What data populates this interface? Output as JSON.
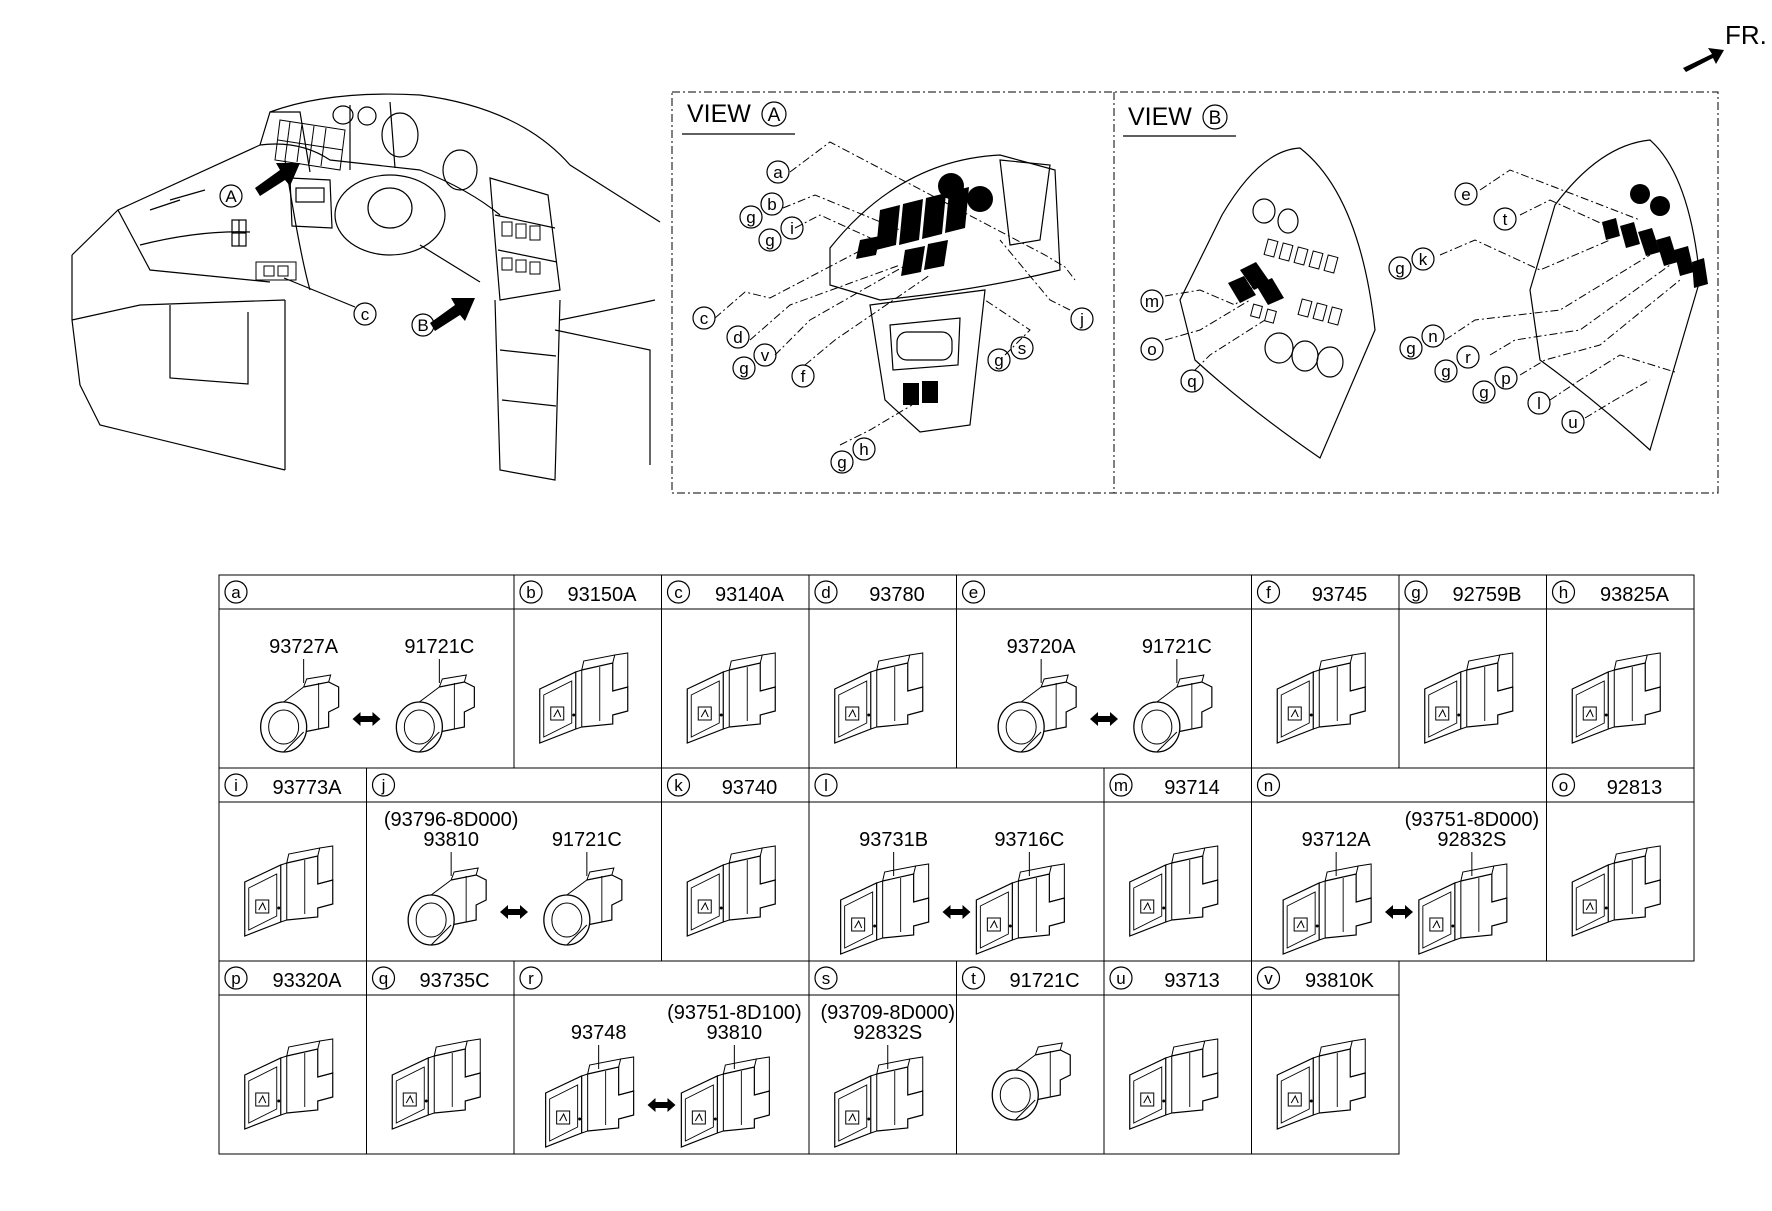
{
  "fr_label": "FR.",
  "views": [
    {
      "prefix": "VIEW",
      "letter": "A"
    },
    {
      "prefix": "VIEW",
      "letter": "B"
    }
  ],
  "overview_callouts": [
    "A",
    "B",
    "c"
  ],
  "view_a_callouts": [
    "a",
    "g",
    "b",
    "g",
    "i",
    "c",
    "d",
    "g",
    "v",
    "f",
    "g",
    "s",
    "j",
    "g",
    "h"
  ],
  "view_b_callouts": [
    "m",
    "o",
    "q",
    "e",
    "t",
    "g",
    "k",
    "g",
    "n",
    "g",
    "r",
    "g",
    "p",
    "l",
    "u"
  ],
  "rows": [
    [
      {
        "letter": "a",
        "code": "",
        "span": 2,
        "parts": [
          {
            "codes": [
              "93727A"
            ],
            "kind": "round"
          },
          {
            "codes": [
              "91721C"
            ],
            "kind": "round"
          }
        ]
      },
      {
        "letter": "b",
        "code": "93150A",
        "span": 1,
        "parts": [
          {
            "codes": [],
            "kind": "rect"
          }
        ]
      },
      {
        "letter": "c",
        "code": "93140A",
        "span": 1,
        "parts": [
          {
            "codes": [],
            "kind": "rect"
          }
        ]
      },
      {
        "letter": "d",
        "code": "93780",
        "span": 1,
        "parts": [
          {
            "codes": [],
            "kind": "rect"
          }
        ]
      },
      {
        "letter": "e",
        "code": "",
        "span": 2,
        "parts": [
          {
            "codes": [
              "93720A"
            ],
            "kind": "round"
          },
          {
            "codes": [
              "91721C"
            ],
            "kind": "round"
          }
        ]
      },
      {
        "letter": "f",
        "code": "93745",
        "span": 1,
        "parts": [
          {
            "codes": [],
            "kind": "rect"
          }
        ]
      },
      {
        "letter": "g",
        "code": "92759B",
        "span": 1,
        "parts": [
          {
            "codes": [],
            "kind": "rect"
          }
        ]
      },
      {
        "letter": "h",
        "code": "93825A",
        "span": 1,
        "parts": [
          {
            "codes": [],
            "kind": "rect"
          }
        ]
      }
    ],
    [
      {
        "letter": "i",
        "code": "93773A",
        "span": 1,
        "parts": [
          {
            "codes": [],
            "kind": "rect"
          }
        ]
      },
      {
        "letter": "j",
        "code": "",
        "span": 2,
        "parts": [
          {
            "codes": [
              "(93796-8D000)",
              "93810"
            ],
            "kind": "round"
          },
          {
            "codes": [
              "91721C"
            ],
            "kind": "round"
          }
        ]
      },
      {
        "letter": "k",
        "code": "93740",
        "span": 1,
        "parts": [
          {
            "codes": [],
            "kind": "rect"
          }
        ]
      },
      {
        "letter": "l",
        "code": "",
        "span": 2,
        "parts": [
          {
            "codes": [
              "93731B"
            ],
            "kind": "rect"
          },
          {
            "codes": [
              "93716C"
            ],
            "kind": "rect"
          }
        ]
      },
      {
        "letter": "m",
        "code": "93714",
        "span": 1,
        "parts": [
          {
            "codes": [],
            "kind": "rect"
          }
        ]
      },
      {
        "letter": "n",
        "code": "",
        "span": 2,
        "parts": [
          {
            "codes": [
              "93712A"
            ],
            "kind": "rect"
          },
          {
            "codes": [
              "(93751-8D000)",
              "92832S"
            ],
            "kind": "rect"
          }
        ]
      },
      {
        "letter": "o",
        "code": "92813",
        "span": 1,
        "parts": [
          {
            "codes": [],
            "kind": "rect"
          }
        ]
      }
    ],
    [
      {
        "letter": "p",
        "code": "93320A",
        "span": 1,
        "parts": [
          {
            "codes": [],
            "kind": "rect"
          }
        ]
      },
      {
        "letter": "q",
        "code": "93735C",
        "span": 1,
        "parts": [
          {
            "codes": [],
            "kind": "rect"
          }
        ]
      },
      {
        "letter": "r",
        "code": "",
        "span": 2,
        "parts": [
          {
            "codes": [
              "93748"
            ],
            "kind": "rect"
          },
          {
            "codes": [
              "(93751-8D100)",
              "93810"
            ],
            "kind": "rect"
          }
        ]
      },
      {
        "letter": "s",
        "code": "",
        "span": 1,
        "parts": [
          {
            "codes": [
              "(93709-8D000)",
              "92832S"
            ],
            "kind": "rect"
          }
        ]
      },
      {
        "letter": "t",
        "code": "91721C",
        "span": 1,
        "parts": [
          {
            "codes": [],
            "kind": "round"
          }
        ]
      },
      {
        "letter": "u",
        "code": "93713",
        "span": 1,
        "parts": [
          {
            "codes": [],
            "kind": "rect"
          }
        ]
      },
      {
        "letter": "v",
        "code": "93810K",
        "span": 1,
        "parts": [
          {
            "codes": [],
            "kind": "rect"
          }
        ]
      }
    ]
  ]
}
